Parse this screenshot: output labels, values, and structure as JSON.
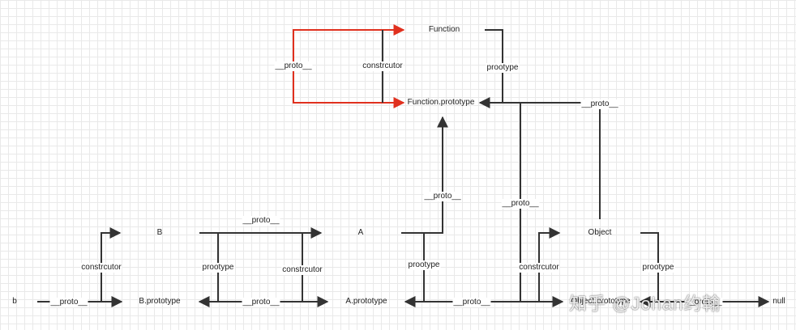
{
  "nodes": {
    "function": "Function",
    "function_prototype": "Function.prototype",
    "object": "Object",
    "object_prototype": "Object.prototype",
    "a": "A",
    "a_prototype": "A.prototype",
    "b_upper": "B",
    "b_prototype": "B.prototype",
    "b_lower": "b",
    "null": "null"
  },
  "edges": {
    "proto": "__proto__",
    "constructor": "constrcutor",
    "prototype": "prootype"
  },
  "colors": {
    "line": "#333333",
    "highlight": "#e0301e"
  },
  "watermark": "知乎 @Johan约翰"
}
